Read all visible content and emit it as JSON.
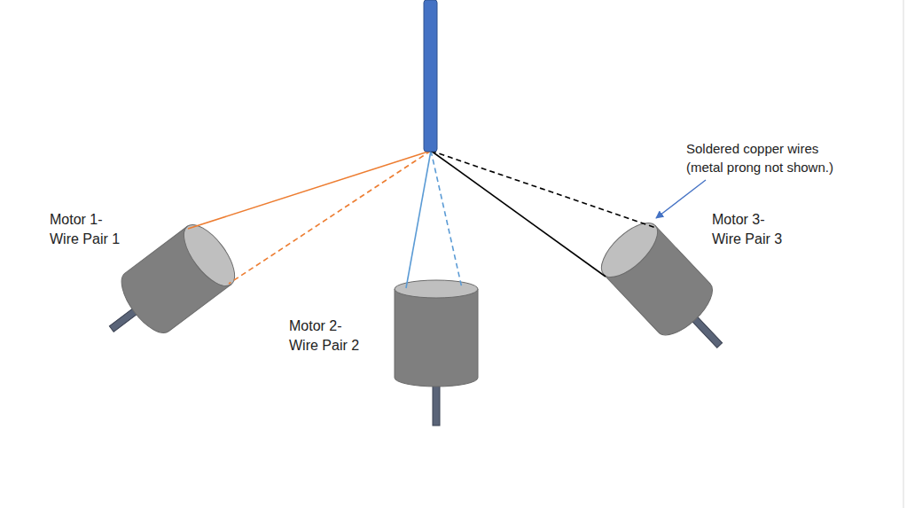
{
  "diagram": {
    "labels": [
      "Motor 1- Wire Pair 1",
      "Motor 2- Wire Pair 2",
      "Soldered copper wires (metal prong not shown.)",
      "Motor 3- Wire Pair 3"
    ]
  }
}
